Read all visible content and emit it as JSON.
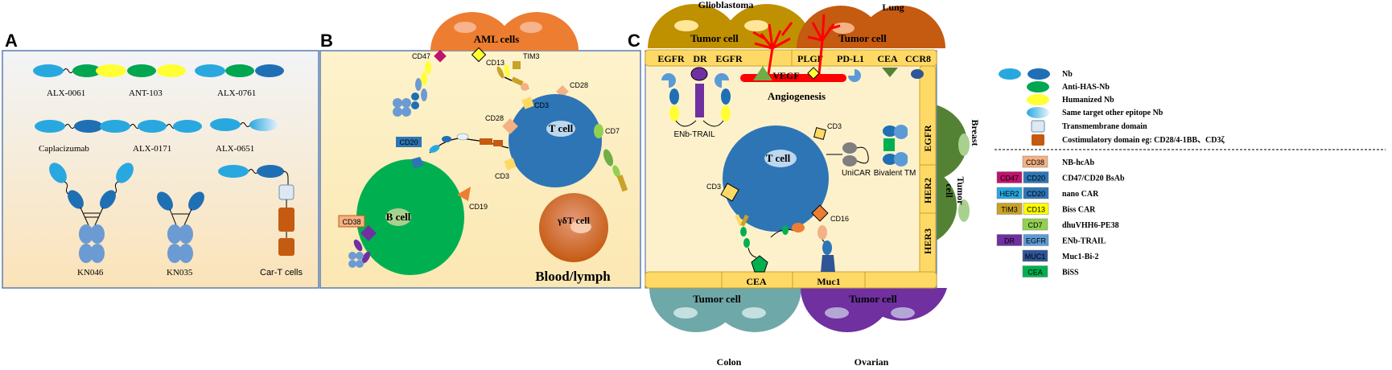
{
  "panels": {
    "a": {
      "letter": "A",
      "formats": [
        {
          "label": "ALX-0061"
        },
        {
          "label": "ANT-103"
        },
        {
          "label": "ALX-0761"
        },
        {
          "label": "Caplacizumab"
        },
        {
          "label": "ALX-0171"
        },
        {
          "label": "ALX-0651"
        },
        {
          "label": "KN046"
        },
        {
          "label": "KN035"
        },
        {
          "label": "Car-T cells"
        }
      ]
    },
    "b": {
      "letter": "B",
      "aml": "AML cells",
      "t_cell": "T cell",
      "b_cell": "B cell",
      "gdt_cell": "γδT cell",
      "compartment": "Blood/lymph",
      "markers": {
        "cd47": "CD47",
        "cd13": "CD13",
        "tim3": "TIM3",
        "cd28_top": "CD28",
        "cd28_left": "CD28",
        "cd3_mid": "CD3",
        "cd3_low": "CD3",
        "cd7": "CD7",
        "cd20": "CD20",
        "cd19": "CD19",
        "cd38": "CD38"
      }
    },
    "c": {
      "letter": "C",
      "tumors": {
        "glioblastoma": "Glioblastoma",
        "lung": "Lung",
        "breast": "Breast",
        "colon": "Colon",
        "ovarian": "Ovarian",
        "tumor_cell": "Tumor cell",
        "tumor_cell_split": [
          "Tumor",
          "cell"
        ]
      },
      "receptors": {
        "egfr1": "EGFR",
        "dr": "DR",
        "egfr2": "EGFR",
        "plgf": "PLGF",
        "pdl1": "PD-L1",
        "cea_top": "CEA",
        "ccr8": "CCR8",
        "vegf": "VEGF",
        "egfr_side": "EGFR",
        "her2": "HER2",
        "her3": "HER3",
        "cea_bottom": "CEA",
        "muc1": "Muc1"
      },
      "labels": {
        "angiogenesis": "Angiogenesis",
        "enb_trail": "ENb-TRAIL",
        "t_cell": "T cell",
        "unicar": "UniCAR",
        "bivalent": "Bivalent TM",
        "cd3_a": "CD3",
        "cd3_b": "CD3",
        "cd16": "CD16"
      }
    }
  },
  "legend": {
    "top": [
      {
        "label": "Nb"
      },
      {
        "label": "Anti-HAS-Nb"
      },
      {
        "label": "Humanized Nb"
      },
      {
        "label": "Same target other epitope Nb"
      },
      {
        "label": "Transmembrane domain"
      },
      {
        "label": "Costimulatory  domain eg: CD28/4-1BB、CD3ζ"
      }
    ],
    "bottom": [
      {
        "tags": [
          {
            "text": "CD38",
            "color": "#f4b183"
          }
        ],
        "label": "NB-hcAb"
      },
      {
        "tags": [
          {
            "text": "CD47",
            "color": "#c0126e"
          },
          {
            "text": "CD20",
            "color": "#2e75b6"
          }
        ],
        "label": "CD47/CD20 BsAb"
      },
      {
        "tags": [
          {
            "text": "HER2",
            "color": "#29a8e0"
          },
          {
            "text": "CD20",
            "color": "#2e75b6"
          }
        ],
        "label": "nano CAR"
      },
      {
        "tags": [
          {
            "text": "TIM3",
            "color": "#c9a227"
          },
          {
            "text": "CD13",
            "color": "#ffff00"
          }
        ],
        "label": "Biss CAR"
      },
      {
        "tags": [
          {
            "text": "CD7",
            "color": "#92d050"
          }
        ],
        "label": "dhuVHH6-PE38"
      },
      {
        "tags": [
          {
            "text": "DR",
            "color": "#7030a0"
          },
          {
            "text": "EGFR",
            "color": "#5b9bd5"
          }
        ],
        "label": "ENb-TRAIL"
      },
      {
        "tags": [
          {
            "text": "MUC1",
            "color": "#2f5597"
          }
        ],
        "label": "Muc1-Bi-2"
      },
      {
        "tags": [
          {
            "text": "CEA",
            "color": "#00b050"
          }
        ],
        "label": "BiSS"
      }
    ]
  }
}
